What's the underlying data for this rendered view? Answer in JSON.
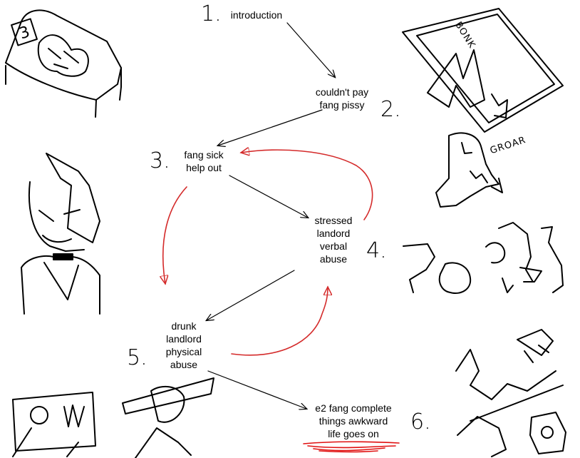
{
  "colors": {
    "ink": "#000000",
    "red_arrows": "#d42a2a",
    "underline": "#e01010",
    "background": "#ffffff"
  },
  "steps": [
    {
      "number": "1.",
      "text": "introduction"
    },
    {
      "number": "2.",
      "text": "couldn't pay\nfang pissy"
    },
    {
      "number": "3.",
      "text": "fang sick\nhelp out"
    },
    {
      "number": "4.",
      "text": "stressed\nlandord\nverbal\nabuse"
    },
    {
      "number": "5.",
      "text": "drunk\nlandlord\nphysical\nabuse"
    },
    {
      "number": "6.",
      "text": "e2 fang complete\nthings awkward\nlife goes on"
    }
  ],
  "sketch_text": {
    "bonk": "BONK",
    "groar": "GROAR",
    "sign_number": "3"
  }
}
